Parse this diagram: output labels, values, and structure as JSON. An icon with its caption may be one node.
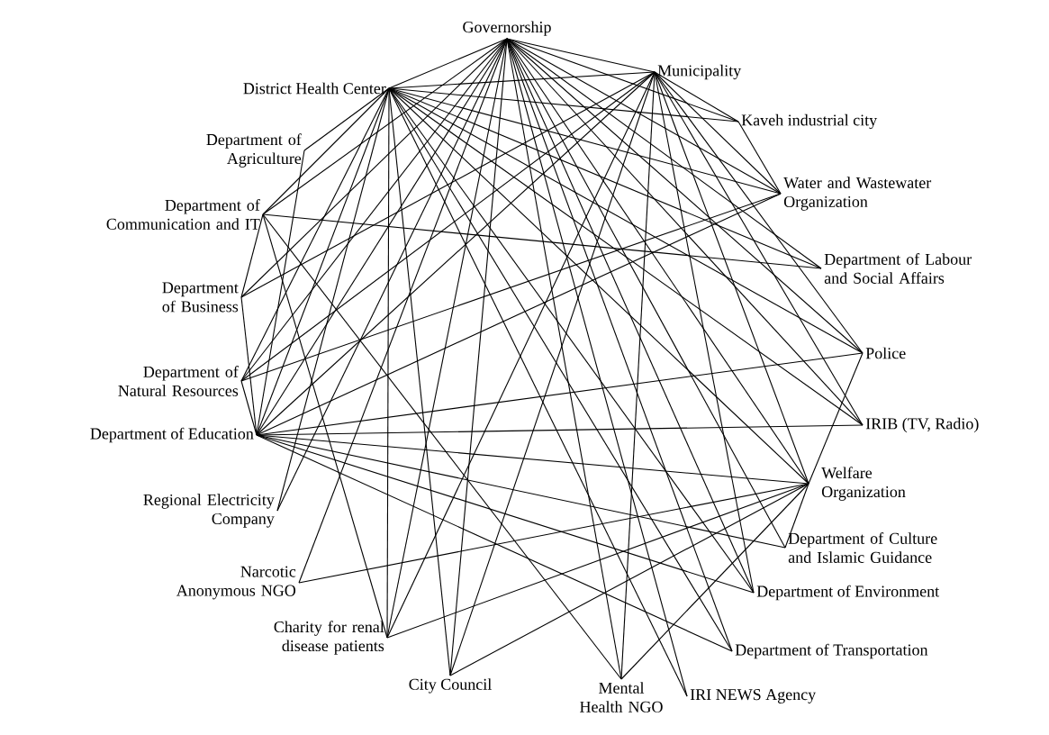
{
  "diagram": {
    "nodes": [
      {
        "text": [
          "Governorship"
        ]
      },
      {
        "text": [
          "Municipality"
        ]
      },
      {
        "text": [
          "District Health Center"
        ]
      },
      {
        "text": [
          "Kaveh industrial city"
        ]
      },
      {
        "text": [
          "Department of Agriculture"
        ]
      },
      {
        "text": [
          "Water and Wastewater Organization"
        ]
      },
      {
        "text": [
          "Department of Communication and IT"
        ]
      },
      {
        "text": [
          "Department of Labour and Social Affairs"
        ]
      },
      {
        "text": [
          "Department of Business"
        ]
      },
      {
        "text": [
          "Police"
        ]
      },
      {
        "text": [
          "Department of Natural Resources"
        ]
      },
      {
        "text": [
          "Department of Education"
        ]
      },
      {
        "text": [
          "IRIB (TV, Radio)"
        ]
      },
      {
        "text": [
          "Welfare Organization"
        ]
      },
      {
        "text": [
          "Regional Electricity Company"
        ]
      },
      {
        "text": [
          "Department of Culture and Islamic Guidance"
        ]
      },
      {
        "text": [
          "Narcotic Anonymous NGO"
        ]
      },
      {
        "text": [
          "Department of Environment"
        ]
      },
      {
        "text": [
          "Charity for renal disease patients"
        ]
      },
      {
        "text": [
          "Department of Transportation"
        ]
      },
      {
        "text": [
          "City Council"
        ]
      },
      {
        "text": [
          "Mental Health NGO"
        ]
      },
      {
        "text": [
          "IRI NEWS Agency"
        ]
      }
    ],
    "edges": [
      {
        "from": 0,
        "to": 1,
        "arrow": "none"
      },
      {
        "from": 0,
        "to": 2,
        "arrow": "none"
      },
      {
        "from": 0,
        "to": 3,
        "arrow": "none"
      },
      {
        "from": 0,
        "to": 5,
        "arrow": "none"
      },
      {
        "from": 0,
        "to": 7,
        "arrow": "none"
      },
      {
        "from": 0,
        "to": 9,
        "arrow": "none"
      },
      {
        "from": 0,
        "to": 12,
        "arrow": "none"
      },
      {
        "from": 0,
        "to": 13,
        "arrow": "none"
      },
      {
        "from": 0,
        "to": 15,
        "arrow": "none"
      },
      {
        "from": 0,
        "to": 17,
        "arrow": "none"
      },
      {
        "from": 0,
        "to": 19,
        "arrow": "none"
      },
      {
        "from": 0,
        "to": 22,
        "arrow": "none"
      },
      {
        "from": 0,
        "to": 21,
        "arrow": "none"
      },
      {
        "from": 0,
        "to": 20,
        "arrow": "none"
      },
      {
        "from": 0,
        "to": 18,
        "arrow": "none"
      },
      {
        "from": 0,
        "to": 16,
        "arrow": "none"
      },
      {
        "from": 0,
        "to": 14,
        "arrow": "none"
      },
      {
        "from": 0,
        "to": 11,
        "arrow": "none"
      },
      {
        "from": 0,
        "to": 10,
        "arrow": "none"
      },
      {
        "from": 0,
        "to": 8,
        "arrow": "none"
      },
      {
        "from": 0,
        "to": 6,
        "arrow": "none"
      },
      {
        "from": 2,
        "to": 1,
        "arrow": "none"
      },
      {
        "from": 2,
        "to": 3,
        "arrow": "none"
      },
      {
        "from": 2,
        "to": 4,
        "arrow": "none"
      },
      {
        "from": 2,
        "to": 5,
        "arrow": "none"
      },
      {
        "from": 2,
        "to": 7,
        "arrow": "none"
      },
      {
        "from": 2,
        "to": 9,
        "arrow": "none"
      },
      {
        "from": 2,
        "to": 12,
        "arrow": "none"
      },
      {
        "from": 2,
        "to": 13,
        "arrow": "none"
      },
      {
        "from": 2,
        "to": 17,
        "arrow": "none"
      },
      {
        "from": 2,
        "to": 19,
        "arrow": "none"
      },
      {
        "from": 2,
        "to": 22,
        "arrow": "none"
      },
      {
        "from": 2,
        "to": 20,
        "arrow": "none"
      },
      {
        "from": 2,
        "to": 18,
        "arrow": "none"
      },
      {
        "from": 2,
        "to": 14,
        "arrow": "none"
      },
      {
        "from": 2,
        "to": 11,
        "arrow": "none"
      },
      {
        "from": 2,
        "to": 10,
        "arrow": "none"
      },
      {
        "from": 2,
        "to": 6,
        "arrow": "none"
      },
      {
        "from": 1,
        "to": 3,
        "arrow": "none"
      },
      {
        "from": 1,
        "to": 5,
        "arrow": "none"
      },
      {
        "from": 1,
        "to": 9,
        "arrow": "none"
      },
      {
        "from": 1,
        "to": 12,
        "arrow": "none"
      },
      {
        "from": 1,
        "to": 13,
        "arrow": "none"
      },
      {
        "from": 1,
        "to": 11,
        "arrow": "none"
      },
      {
        "from": 1,
        "to": 10,
        "arrow": "none"
      },
      {
        "from": 1,
        "to": 8,
        "arrow": "none"
      },
      {
        "from": 1,
        "to": 20,
        "arrow": "none"
      },
      {
        "from": 1,
        "to": 18,
        "arrow": "none"
      },
      {
        "from": 1,
        "to": 21,
        "arrow": "none"
      },
      {
        "from": 1,
        "to": 17,
        "arrow": "none"
      },
      {
        "from": 3,
        "to": 5,
        "arrow": "none"
      },
      {
        "from": 4,
        "to": 11,
        "arrow": "none"
      },
      {
        "from": 6,
        "to": 7,
        "arrow": "none"
      },
      {
        "from": 6,
        "to": 18,
        "arrow": "none"
      },
      {
        "from": 6,
        "to": 21,
        "arrow": "none"
      },
      {
        "from": 6,
        "to": 8,
        "arrow": "none"
      },
      {
        "from": 8,
        "to": 11,
        "arrow": "none"
      },
      {
        "from": 10,
        "to": 11,
        "arrow": "none"
      },
      {
        "from": 10,
        "to": 5,
        "arrow": "none"
      },
      {
        "from": 11,
        "to": 9,
        "arrow": "none"
      },
      {
        "from": 11,
        "to": 12,
        "arrow": "none"
      },
      {
        "from": 11,
        "to": 13,
        "arrow": "none"
      },
      {
        "from": 11,
        "to": 15,
        "arrow": "none"
      },
      {
        "from": 11,
        "to": 17,
        "arrow": "none"
      },
      {
        "from": 11,
        "to": 19,
        "arrow": "none"
      },
      {
        "from": 11,
        "to": 5,
        "arrow": "none"
      },
      {
        "from": 13,
        "to": 9,
        "arrow": "none"
      },
      {
        "from": 13,
        "to": 15,
        "arrow": "none"
      },
      {
        "from": 13,
        "to": 16,
        "arrow": "none"
      },
      {
        "from": 13,
        "to": 18,
        "arrow": "none"
      },
      {
        "from": 13,
        "to": 20,
        "arrow": "none"
      },
      {
        "from": 13,
        "to": 21,
        "arrow": "none"
      }
    ]
  }
}
